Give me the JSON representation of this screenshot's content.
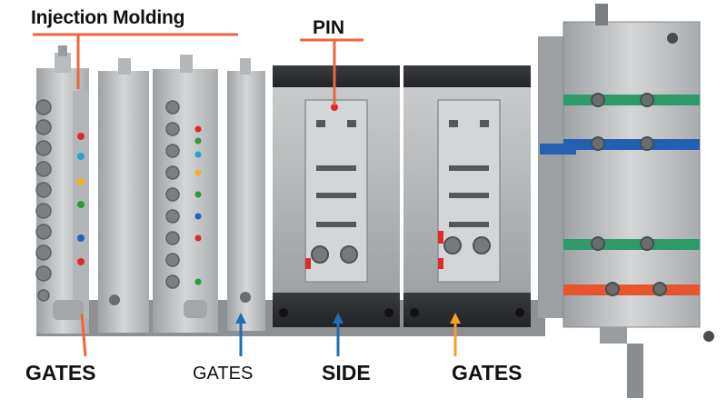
{
  "labels": {
    "title": "Injection Molding",
    "pin": "PIN",
    "gates_left": "GATES",
    "gates_middle": "GATES",
    "side": "SIDE",
    "gates_right": "GATES"
  },
  "colors": {
    "leader_orange_red": "#f0643c",
    "leader_blue": "#1e6fb4",
    "leader_orange": "#f5a028",
    "steel_light": "#c9cbcc",
    "steel_mid": "#a8abae",
    "steel_dark": "#6f7275",
    "black_block": "#2a2c2f",
    "band_green": "#2e9a6a",
    "band_blue": "#2460b0",
    "band_orange": "#e8542e",
    "pin_red": "#e02a2a"
  },
  "icons": {
    "arrow": "arrow-up-icon"
  }
}
